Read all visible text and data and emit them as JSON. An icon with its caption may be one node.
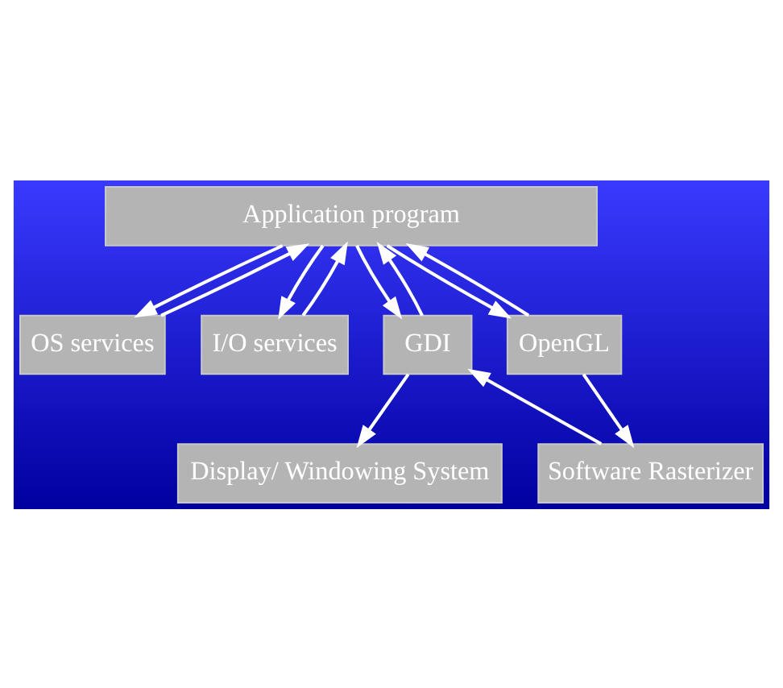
{
  "diagram": {
    "nodes": [
      {
        "text": [
          "Application program"
        ]
      },
      {
        "text": [
          "OS services"
        ]
      },
      {
        "text": [
          "I/O services"
        ]
      },
      {
        "text": [
          "GDI"
        ]
      },
      {
        "text": [
          "OpenGL"
        ]
      },
      {
        "text": [
          "Display/ Windowing System"
        ]
      },
      {
        "text": [
          "Software Rasterizer"
        ]
      }
    ],
    "edges": [
      {
        "from": 0,
        "to": 1,
        "arrow": "to"
      },
      {
        "from": 1,
        "to": 0,
        "arrow": "to"
      },
      {
        "from": 0,
        "to": 2,
        "arrow": "to"
      },
      {
        "from": 2,
        "to": 0,
        "arrow": "to"
      },
      {
        "from": 0,
        "to": 3,
        "arrow": "to"
      },
      {
        "from": 3,
        "to": 0,
        "arrow": "to"
      },
      {
        "from": 0,
        "to": 4,
        "arrow": "to"
      },
      {
        "from": 4,
        "to": 0,
        "arrow": "to"
      },
      {
        "from": 3,
        "to": 5,
        "arrow": "to"
      },
      {
        "from": 6,
        "to": 3,
        "arrow": "to"
      },
      {
        "from": 4,
        "to": 6,
        "arrow": "to"
      }
    ]
  }
}
